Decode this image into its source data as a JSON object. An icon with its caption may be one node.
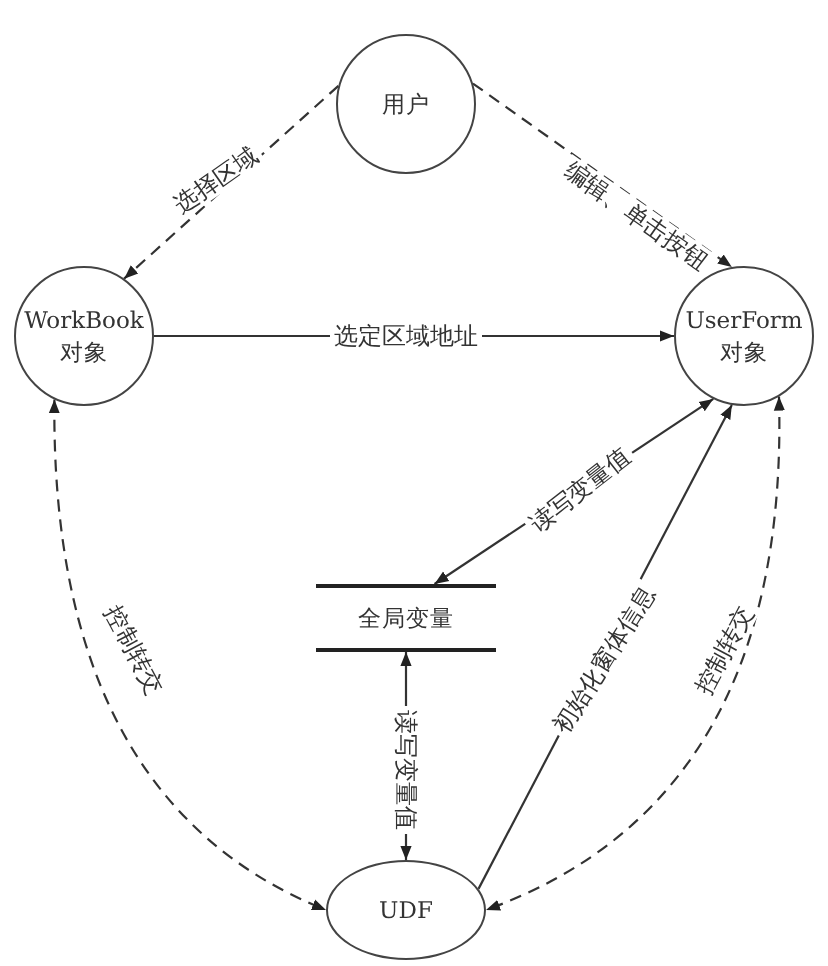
{
  "diagram": {
    "nodes": [
      {
        "text": [
          "用户"
        ]
      },
      {
        "text": [
          "WorkBook 对象"
        ]
      },
      {
        "text": [
          "UserForm 对象"
        ]
      },
      {
        "text": [
          "全局变量"
        ]
      },
      {
        "text": [
          "UDF"
        ]
      }
    ],
    "edges": [
      {
        "from": 0,
        "to": 1,
        "arrow": "to",
        "style": "dashed",
        "label": "选择区域"
      },
      {
        "from": 0,
        "to": 2,
        "arrow": "to",
        "style": "dashed",
        "label": "编辑、单击按钮"
      },
      {
        "from": 1,
        "to": 2,
        "arrow": "to",
        "label": "选定区域地址"
      },
      {
        "from": 2,
        "to": 3,
        "arrow": "both",
        "label": "读写变量值"
      },
      {
        "from": 3,
        "to": 4,
        "arrow": "both",
        "label": "读写变量值"
      },
      {
        "from": 4,
        "to": 2,
        "arrow": "to",
        "label": "初始化窗体信息"
      },
      {
        "from": 1,
        "to": 4,
        "arrow": "both",
        "style": "dashed",
        "label": "控制转交"
      },
      {
        "from": 2,
        "to": 4,
        "arrow": "both",
        "style": "dashed",
        "label": "控制转交"
      }
    ]
  }
}
